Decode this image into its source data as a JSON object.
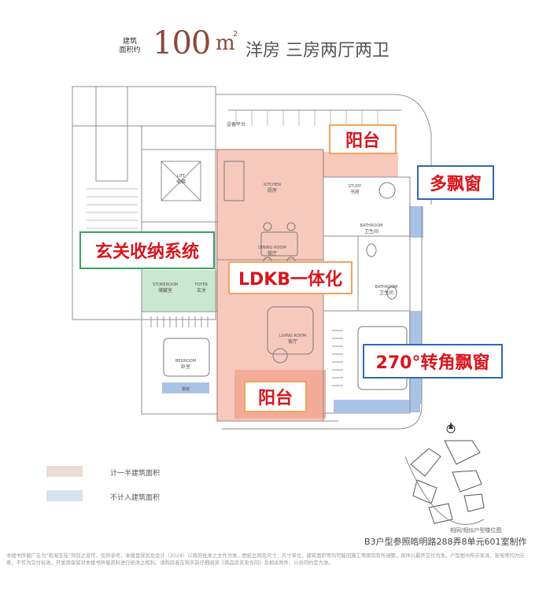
{
  "header": {
    "small_label": "建筑\n面积约",
    "area_number": "100",
    "area_unit": "m",
    "area_sup": "2",
    "title_rest": "洋房  三房两厅两卫"
  },
  "callouts": {
    "balcony_top": "阳台",
    "bay_window": "多飘窗",
    "entry_storage": "玄关收纳系统",
    "ldkb": "LDKB一体化",
    "corner_window": "270°转角飘窗",
    "balcony_bottom": "阳台"
  },
  "rooms": {
    "kitchen_en": "KITCHEN",
    "kitchen_cn": "厨房",
    "dining_en": "DINING ROOM",
    "dining_cn": "餐厅",
    "living_en": "LIVING ROOM",
    "living_cn": "客厅",
    "storeroom_en": "STOREROOM",
    "storeroom_cn": "储藏室",
    "foyer_en": "FOYER",
    "foyer_cn": "玄关",
    "bedroom_left_en": "BEDROOM",
    "bedroom_left_cn": "卧室",
    "study_en": "STUDY",
    "study_cn": "书房",
    "bathroom1_en": "BATHROOM",
    "bathroom1_cn": "卫生间",
    "bathroom2_en": "BATHROOM",
    "bathroom2_cn": "卫生间",
    "equipment_platform": "设备平台",
    "lift_en": "LIFT",
    "lift_cn": "电梯",
    "bay_label": "飘窗"
  },
  "legend": [
    {
      "label": "计一半建筑面积",
      "color": "#ecdcd2"
    },
    {
      "label": "不计入建筑面积",
      "color": "#d7e2f0"
    }
  ],
  "site_map_caption": "相同/相似户型楼位图",
  "plan_caption": "B3户型参照皓明路288弄8单元601室制作",
  "disclaimer": "本楼书所载广告为“皓海玉苑”项目之宣传，仅供参考，本楼盘规划及设计（2024）以政府批准之文件为准，图纸比例及尺寸、尺寸单位、建筑面积等均可能因施工等原因有所调整，具体以最终交付为准。户型图中所示家具、家电等均为示意，不作为交付标准，开发商保留对本楼书所载资料进行修改之权利。请购房者在购买前仔细阅读《商品房买卖合同》及相关附件，以合同约定为准。"
}
